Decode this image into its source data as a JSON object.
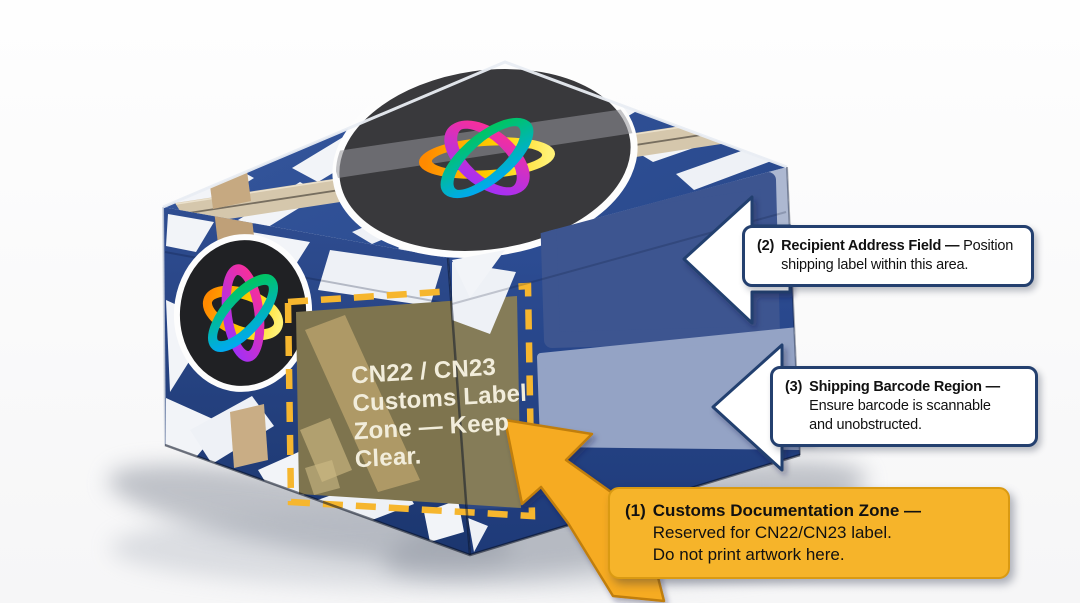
{
  "scene": {
    "description_background": "#fdfdfd",
    "colors": {
      "box_navy_top": "#2e4d94",
      "box_navy_left": "#2a4689",
      "box_navy_right": "#274890",
      "pattern_white": "#f2f4f8",
      "tape_tan": "#d5c7ac",
      "customs_zone_tan": "#7e744e",
      "dash_yellow": "#f6b62e",
      "address_panel_blue": "#3d5590",
      "barcode_strip_gray": "#94a3c5",
      "callout_border_navy": "#24406f",
      "callout_yellow": "#f6b42a",
      "arrow_orange": "#f6ab20"
    }
  },
  "box": {
    "customs_zone_text": "CN22 / CN23\nCustoms Label\nZone — Keep\nClear.",
    "logo": "rainbow-trefoil-knot-logo"
  },
  "callouts": [
    {
      "prefix": "(1)",
      "title": "Customs Documentation Zone —",
      "body": "\nReserved for CN22/CN23 label.\nDo not print artwork here."
    },
    {
      "prefix": "(2)",
      "title": "Recipient Address Field —",
      "body": " Position\nshipping label within this area."
    },
    {
      "prefix": "(3)",
      "title": "Shipping Barcode Region —",
      "body": "\nEnsure barcode is scannable\nand unobstructed."
    }
  ]
}
